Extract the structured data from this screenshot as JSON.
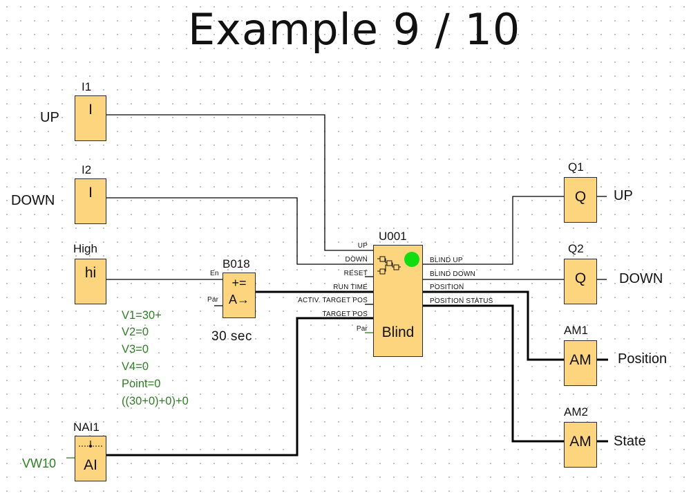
{
  "title": "Example 9 / 10",
  "blocks": {
    "i1": {
      "name": "I1",
      "symbol": "I",
      "label": "UP"
    },
    "i2": {
      "name": "I2",
      "symbol": "I",
      "label": "DOWN"
    },
    "high": {
      "name": "High",
      "symbol": "hi"
    },
    "b018": {
      "name": "B018",
      "symbol_top": "+=",
      "symbol_bottom": "A→",
      "pin_en": "En",
      "pin_par": "Par",
      "time": "30 sec",
      "params": [
        "V1=30+",
        "V2=0",
        "V3=0",
        "V4=0",
        "Point=0",
        "((30+0)+0)+0"
      ]
    },
    "nai1": {
      "name": "NAI1",
      "symbol": "AI",
      "label": "VW10"
    },
    "u001": {
      "name": "U001",
      "symbol": "Blind",
      "inputs": [
        "UP",
        "DOWN",
        "RESET",
        "RUN TIME",
        "ACTIV. TARGET POS",
        "TARGET POS",
        "Par"
      ],
      "outputs": [
        "BLIND UP",
        "BLIND DOWN",
        "POSITION",
        "POSITION STATUS"
      ]
    },
    "q1": {
      "name": "Q1",
      "symbol": "Q",
      "label": "UP"
    },
    "q2": {
      "name": "Q2",
      "symbol": "Q",
      "label": "DOWN"
    },
    "am1": {
      "name": "AM1",
      "symbol": "AM",
      "label": "Position"
    },
    "am2": {
      "name": "AM2",
      "symbol": "AM",
      "label": "State"
    }
  },
  "colors": {
    "block_fill": "#fdd57e",
    "block_border": "#2a2a2a",
    "param_text": "#2f7d24",
    "status_led": "#11dd11",
    "wire": "#000000"
  }
}
